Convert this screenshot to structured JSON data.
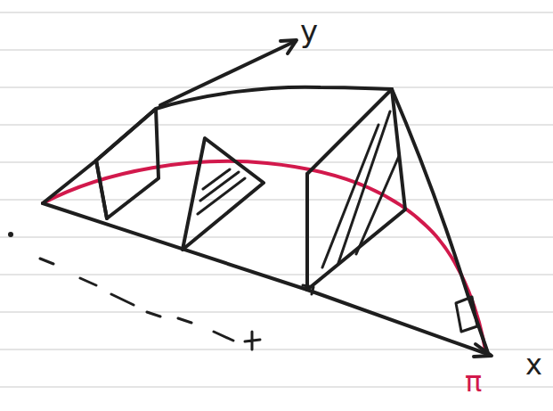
{
  "diagram": {
    "labels": [
      "y",
      "π",
      "x"
    ]
  }
}
